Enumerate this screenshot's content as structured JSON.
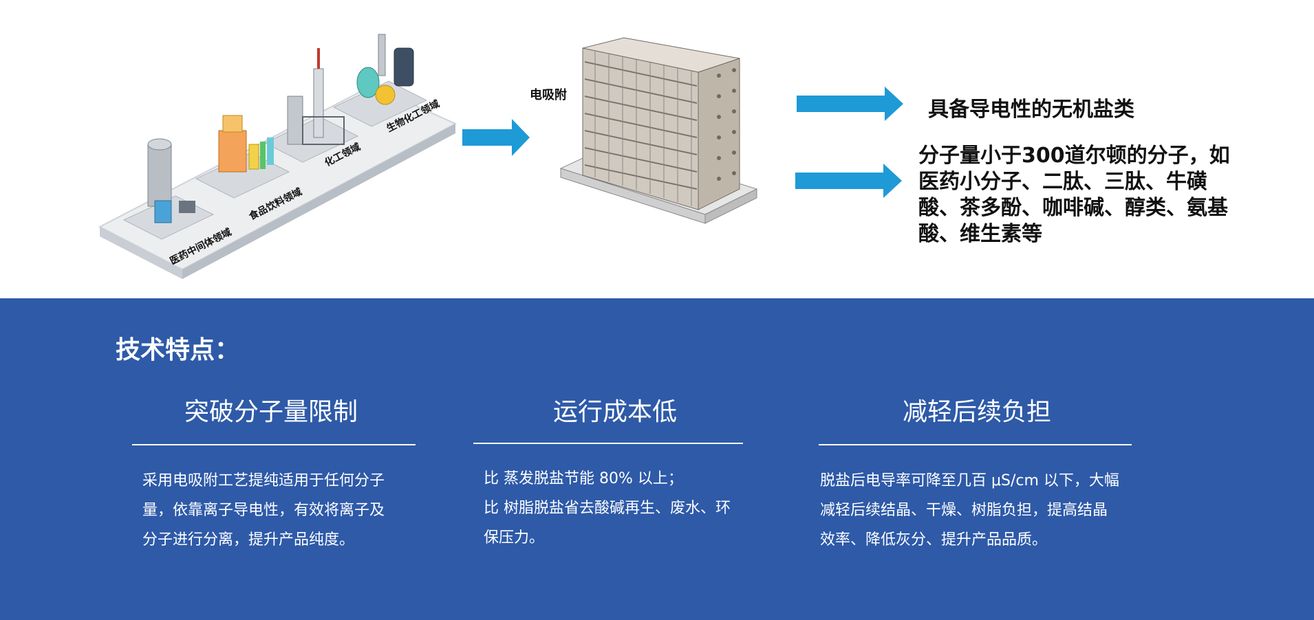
{
  "top": {
    "industries": [
      "医药中间体领域",
      "食品饮料领域",
      "化工领域",
      "生物化工领域"
    ],
    "process_label": "电吸附",
    "outputs": [
      "具备导电性的无机盐类",
      "分子量小于300道尔顿的分子，如医药小分子、二肽、三肽、牛磺酸、茶多酚、咖啡碱、醇类、氨基酸、维生素等"
    ],
    "arrow_color": "#1e9ad6"
  },
  "features": {
    "heading": "技术特点：",
    "items": [
      {
        "title": "突破分子量限制",
        "lines": [
          "采用电吸附工艺提纯适用于任何分子",
          "量，依靠离子导电性，有效将离子及",
          "分子进行分离，提升产品纯度。"
        ]
      },
      {
        "title": "运行成本低",
        "lines": [
          "比 蒸发脱盐节能 80% 以上；",
          "比 树脂脱盐省去酸碱再生、废水、环",
          "保压力。"
        ]
      },
      {
        "title": "减轻后续负担",
        "lines": [
          "脱盐后电导率可降至几百 μS/cm 以下，大幅",
          "减轻后续结晶、干燥、树脂负担，提高结晶",
          "效率、降低灰分、提升产品品质。"
        ]
      }
    ],
    "background_color": "#2e5aa8"
  }
}
